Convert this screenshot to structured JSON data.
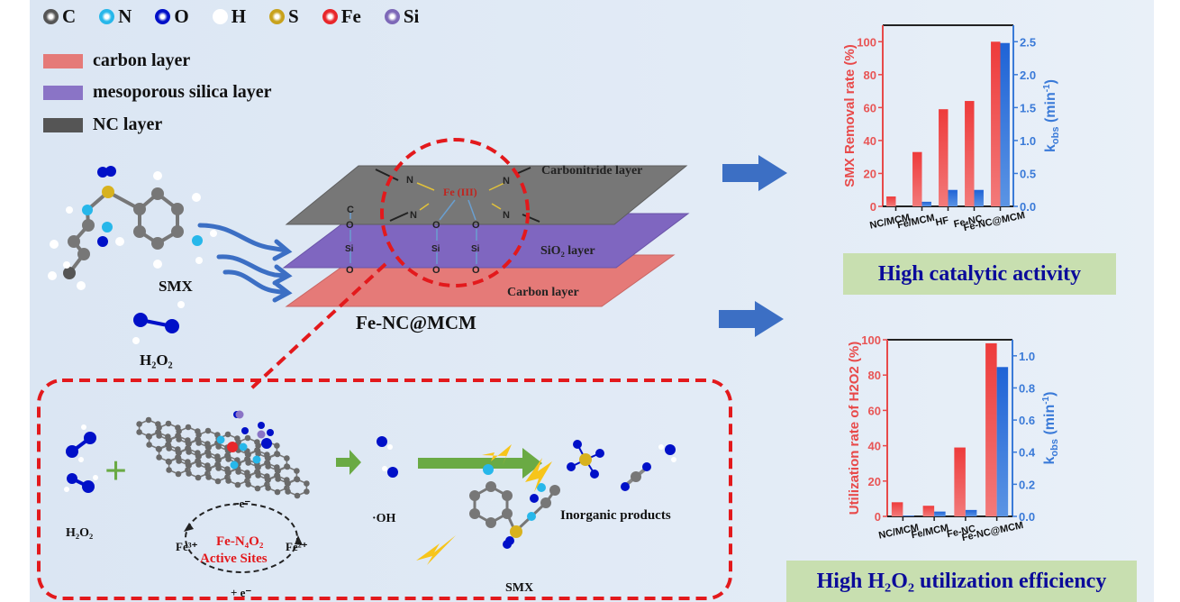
{
  "atom_legend": [
    {
      "symbol": "C",
      "color": "#555555"
    },
    {
      "symbol": "N",
      "color": "#27b7ea"
    },
    {
      "symbol": "O",
      "color": "#0010c8"
    },
    {
      "symbol": "H",
      "color": "#ffffff"
    },
    {
      "symbol": "S",
      "color": "#c8a21c"
    },
    {
      "symbol": "Fe",
      "color": "#e8262a"
    },
    {
      "symbol": "Si",
      "color": "#7d68b8"
    }
  ],
  "layer_legend": [
    {
      "label": "carbon layer",
      "color": "#e57a78"
    },
    {
      "label": "mesoporous silica layer",
      "color": "#8a74c6"
    },
    {
      "label": "NC layer",
      "color": "#555555"
    }
  ],
  "reactants": {
    "smx_label": "SMX",
    "h2o2_label": "H₂O₂"
  },
  "structure": {
    "title": "Fe-NC@MCM",
    "layers": {
      "top": "Carbonitride layer",
      "middle": "SiO₂ layer",
      "bottom": "Carbon layer"
    },
    "center_atom": "Fe (III)",
    "n_labels": [
      "N",
      "N",
      "N",
      "N"
    ],
    "o_labels": [
      "O",
      "O"
    ],
    "si_labels": [
      "Si",
      "Si",
      "Si"
    ],
    "c_label": "C"
  },
  "mechanism": {
    "h2o2_label": "H₂O₂",
    "plus": "+",
    "minus_e": "- e⁻",
    "plus_e": "+ e⁻",
    "fe3": "Fe³⁺",
    "fe2": "Fe²⁺",
    "active_sites_line1": "Fe-N₄O₂",
    "active_sites_line2": "Active Sites",
    "oh_label": "·OH",
    "smx_label": "SMX",
    "products_label": "Inorganic products"
  },
  "badges": {
    "top": "High catalytic activity",
    "bottom": "High H₂O₂ utilization efficiency"
  },
  "colors": {
    "red_series": "#ee4444",
    "blue_series": "#2a6fd8",
    "dash_red": "#e3191c",
    "arrow_blue": "#3c6fc4",
    "arrow_green": "#6aaa44",
    "badge_bg": "#c8dfb0",
    "badge_text": "#0b0b9a"
  },
  "chart_data": [
    {
      "type": "bar",
      "title": "",
      "categories": [
        "NC/MCM",
        "Fe/MCM",
        "HF",
        "Fe-NC",
        "Fe-NC@MCM"
      ],
      "series": [
        {
          "name": "SMX Removal rate (%)",
          "axis": "left",
          "values": [
            6,
            33,
            59,
            64,
            100
          ]
        },
        {
          "name": "kobs (min-1)",
          "axis": "right",
          "values": [
            0,
            0.07,
            0.25,
            0.25,
            2.48
          ]
        }
      ],
      "ylabel": "SMX Removal rate (%)",
      "y2label": "kobs (min-1)",
      "ylim": [
        0,
        110
      ],
      "y2lim": [
        0,
        2.75
      ],
      "yticks": [
        0,
        20,
        40,
        60,
        80,
        100
      ],
      "y2ticks": [
        "0.0",
        "0.5",
        "1.0",
        "1.5",
        "2.0",
        "2.5"
      ],
      "grid": false,
      "legend": "none"
    },
    {
      "type": "bar",
      "title": "",
      "categories": [
        "NC/MCM",
        "Fe/MCM",
        "Fe-NC",
        "Fe-NC@MCM"
      ],
      "series": [
        {
          "name": "Utilization rate of H2O2 (%)",
          "axis": "left",
          "values": [
            8,
            6,
            39,
            98
          ]
        },
        {
          "name": "kobs (min-1)",
          "axis": "right",
          "values": [
            0.005,
            0.03,
            0.04,
            0.93
          ]
        }
      ],
      "ylabel": "Utilization rate of H2O2 (%)",
      "y2label": "kobs (min-1)",
      "ylim": [
        0,
        100
      ],
      "y2lim": [
        0,
        1.1
      ],
      "yticks": [
        0,
        20,
        40,
        60,
        80,
        100
      ],
      "y2ticks": [
        "0.0",
        "0.2",
        "0.4",
        "0.6",
        "0.8",
        "1.0"
      ],
      "grid": false,
      "legend": "none"
    }
  ]
}
